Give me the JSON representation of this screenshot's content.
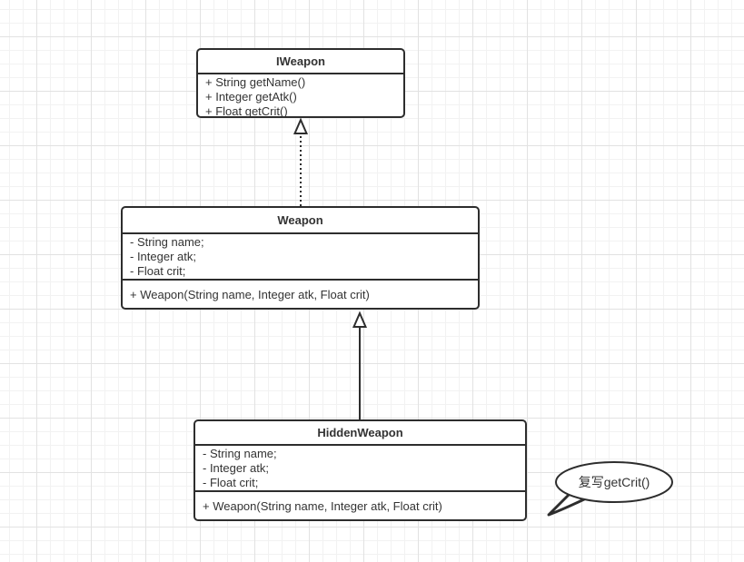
{
  "diagram": {
    "classes": [
      {
        "title": "IWeapon",
        "members": [
          "+ String getName()",
          "+ Integer getAtk()",
          "+ Float getCrit()"
        ]
      },
      {
        "title": "Weapon",
        "fields": [
          "- String name;",
          "- Integer atk;",
          "- Float crit;"
        ],
        "methods": [
          "+ Weapon(String name, Integer atk, Float crit)"
        ]
      },
      {
        "title": "HiddenWeapon",
        "fields": [
          "- String name;",
          "- Integer atk;",
          "- Float crit;"
        ],
        "methods": [
          "+ Weapon(String name, Integer atk, Float crit)"
        ]
      }
    ],
    "relationships": [
      {
        "type": "realization",
        "from": "Weapon",
        "to": "IWeapon",
        "line": "dotted",
        "arrowhead": "hollow-triangle"
      },
      {
        "type": "inheritance",
        "from": "HiddenWeapon",
        "to": "Weapon",
        "line": "solid",
        "arrowhead": "hollow-triangle"
      }
    ],
    "callout": {
      "text": "复写getCrit()"
    },
    "colors": {
      "stroke": "#2d2d2d",
      "text": "#333333",
      "box_fill": "#ffffff",
      "grid_minor": "#f2f2f2",
      "grid_major": "#e2e2e2",
      "background": "#ffffff"
    }
  }
}
